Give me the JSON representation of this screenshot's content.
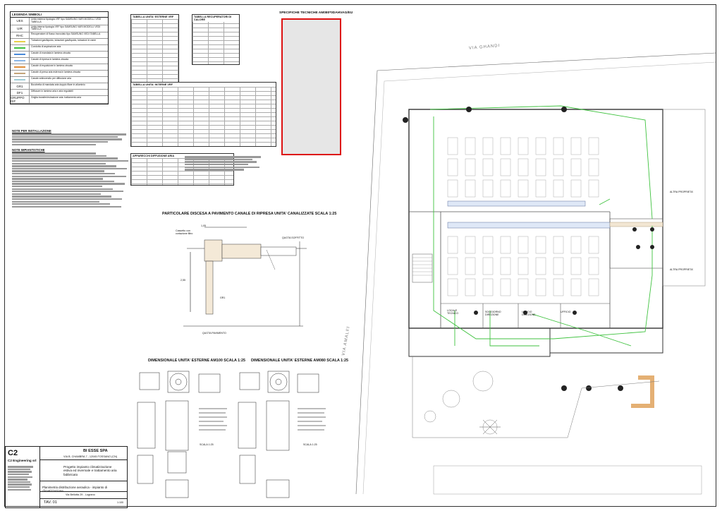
{
  "legend": {
    "title": "LEGENDA SIMBOLI",
    "rows": [
      {
        "sym": "UES",
        "text": "Unità esterna tipologia VRF tipo SAMSUNG VARI MODELLI VEDI TABELLA"
      },
      {
        "sym": "UIR",
        "text": "Unità interna tipologia VRF tipo SAMSUNG VARI MODELLI VEDI TABELLA"
      },
      {
        "sym": "RHC",
        "text": "Recuperatore di flusso incrociato tipo SAMSUNG VEDI TABELLA"
      },
      {
        "sym": "",
        "text": "Tubazioni gas/liquido, tubazioni gas/liquido, tubazioni in rame"
      },
      {
        "sym": "",
        "text": "Condotta di aspirazione aria"
      },
      {
        "sym": "",
        "text": "Canale di mandata in lamiera zincata"
      },
      {
        "sym": "",
        "text": "Canale di ripresa in lamiera zincata"
      },
      {
        "sym": "",
        "text": "Canale di espulsione in lamiera zincata"
      },
      {
        "sym": "",
        "text": "Canale di presa aria esterna in lamiera zincata"
      },
      {
        "sym": "",
        "text": "Canale antincendio per diffusione aria"
      },
      {
        "sym": "GR1",
        "text": "Bocchetta di mandata aria doppio filare in alluminio"
      },
      {
        "sym": "DF1",
        "text": "Diffusore in lamiera aria e aria regolabili"
      },
      {
        "sym": "GRUPPO DIF",
        "text": "Griglia transfer/estrazione aria: trattamento aria"
      }
    ]
  },
  "tables": {
    "t1_title": "TABELLA UNITA' ESTERNE VRF",
    "t2_title": "TABELLA RECUPERATORI DI CALORE",
    "t3_title": "TABELLA UNITA' INTERNE VRF",
    "t4_title": "APPARECCHI DIFFUSIONE ARIA"
  },
  "spec": {
    "title": "SPECIFICHE TECNICHE AM080*0DAHVAG/EU"
  },
  "notes": {
    "title1": "NOTE PER INSTALLAZIONE",
    "title2": "NOTE IMPIANTISTICHE"
  },
  "sections": {
    "detail_title": "PARTICOLARE DISCESA A PAVIMENTO CANALE DI RIPRESA UNITA' CANALIZZATE SCALA 1:25",
    "dim_label1": "1,05",
    "dim_label2": "2,55",
    "quota_soffitto": "QUOTA SOFFITTO",
    "quota_pavimento": "QUOTA PAVIMENTO",
    "cassetto": "Cassetto con cortazione filtro",
    "gr1": "GR1",
    "am100_title": "DIMENSIONALE UNITA' ESTERNE AM100 SCALA 1:25",
    "am080_title": "DIMENSIONALE UNITA' ESTERNE AM080 SCALA 1:25",
    "scala": "SCALA 1:25"
  },
  "plan": {
    "street1": "VIA GHANDI",
    "street2": "VIA AMALFI",
    "rooms": [
      "LOCALE TECNICO",
      "SOGGIORNO DIREZIONE",
      "UFFICIO DIREZIONE",
      "UFFICIO",
      "ALTRA PROPRIETA'",
      "ALTRA PROPRIETA'"
    ]
  },
  "titleblock": {
    "company_short": "C2",
    "company": "C2 Engineering srl",
    "client": "BI ESSE SPA",
    "client_addr": "VIA B. CHAMBRA 7 - 12045 FOSSANO (CN)",
    "project": "Progetto impianto climatizzazione estiva ed invernale e trattamento aria fabbricato",
    "drawing": "Planimetria distribuzione aeraulica - impianto di climatizzazione",
    "address": "Via Bellotta 29 - Lograno",
    "tav_label": "TAV.",
    "tav_no": "01",
    "scale": "1:100"
  }
}
